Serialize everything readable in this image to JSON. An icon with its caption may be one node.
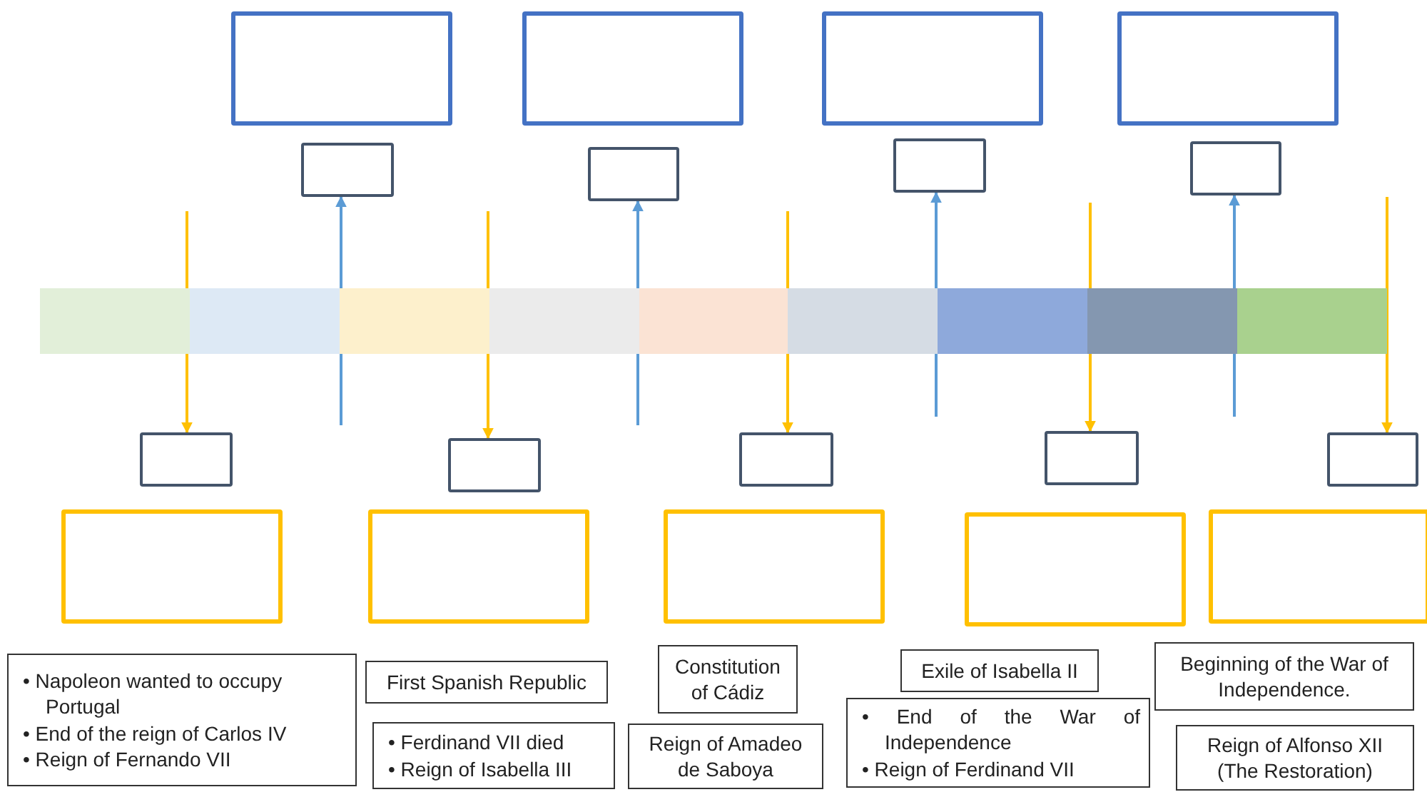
{
  "diagram": {
    "nodes": [
      {
        "text": [],
        "shape": "box"
      },
      {
        "text": [],
        "shape": "box"
      },
      {
        "text": [],
        "shape": "box"
      },
      {
        "text": [],
        "shape": "box"
      },
      {
        "text": [],
        "shape": "box"
      },
      {
        "text": [],
        "shape": "box"
      },
      {
        "text": [],
        "shape": "box"
      },
      {
        "text": [],
        "shape": "box"
      },
      {
        "text": [],
        "shape": "bar"
      },
      {
        "text": [],
        "shape": "box"
      },
      {
        "text": [],
        "shape": "box"
      },
      {
        "text": [],
        "shape": "box"
      },
      {
        "text": [],
        "shape": "box"
      },
      {
        "text": [],
        "shape": "box"
      },
      {
        "text": [],
        "shape": "box"
      },
      {
        "text": [],
        "shape": "box"
      },
      {
        "text": [],
        "shape": "box"
      },
      {
        "text": [],
        "shape": "box"
      },
      {
        "text": [],
        "shape": "box"
      },
      {
        "text": [
          "• Napoleon wanted to occupy Portugal",
          "• End of the reign of Carlos IV",
          "• Reign of Fernando VII"
        ]
      },
      {
        "text": [
          "First Spanish Republic"
        ]
      },
      {
        "text": [
          "• Ferdinand VII died",
          "• Reign of Isabella III"
        ]
      },
      {
        "text": [
          "Constitution of Cádiz"
        ]
      },
      {
        "text": [
          "Reign of Amadeo de Saboya"
        ]
      },
      {
        "text": [
          "Exile of Isabella II"
        ]
      },
      {
        "text": [
          "• End of the War of Independence",
          "• Reign of Ferdinand VII"
        ]
      },
      {
        "text": [
          "Beginning of the War of Independence."
        ]
      },
      {
        "text": [
          "Reign of Alfonso XII (The Restoration)"
        ]
      }
    ],
    "edges": [
      {
        "from": null,
        "to": 9,
        "arrow": "to"
      },
      {
        "from": null,
        "to": 4,
        "arrow": "to",
        "color": "#5b9bd5"
      },
      {
        "from": null,
        "to": 10,
        "arrow": "to"
      },
      {
        "from": null,
        "to": 5,
        "arrow": "to",
        "color": "#5b9bd5"
      },
      {
        "from": null,
        "to": 11,
        "arrow": "to"
      },
      {
        "from": null,
        "to": 6,
        "arrow": "to",
        "color": "#5b9bd5"
      },
      {
        "from": null,
        "to": 12,
        "arrow": "to"
      },
      {
        "from": null,
        "to": 7,
        "arrow": "to",
        "color": "#5b9bd5"
      },
      {
        "from": null,
        "to": 13,
        "arrow": "to"
      }
    ]
  }
}
